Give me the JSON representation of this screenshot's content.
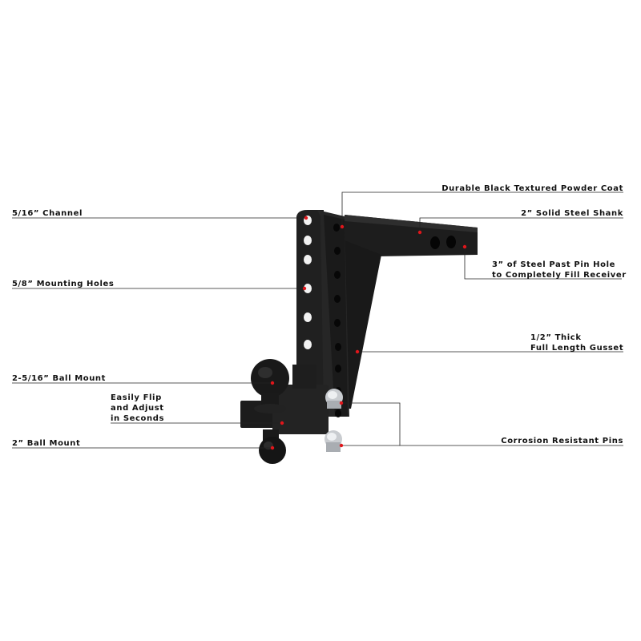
{
  "colors": {
    "background": "#ffffff",
    "steel": "#1b1b1b",
    "steel_highlight": "#3a3a3a",
    "pin_silver": "#c9ccd0",
    "callout_dot": "#e0161b",
    "leader_line": "#222222"
  },
  "callouts": {
    "channel": "5/16” Channel",
    "mounting_holes": "5/8” Mounting Holes",
    "ball_mount_large": "2-5/16” Ball Mount",
    "flip_line1": "Easily Flip",
    "flip_line2": "and Adjust",
    "flip_line3": "in Seconds",
    "ball_mount_small": "2” Ball Mount",
    "powder_coat": "Durable Black Textured Powder Coat",
    "shank": "2” Solid Steel Shank",
    "pin_hole_line1": "3” of Steel Past Pin Hole",
    "pin_hole_line2": "to Completely Fill Receiver",
    "gusset_line1": "1/2” Thick",
    "gusset_line2": "Full Length Gusset",
    "pins": "Corrosion Resistant Pins"
  }
}
